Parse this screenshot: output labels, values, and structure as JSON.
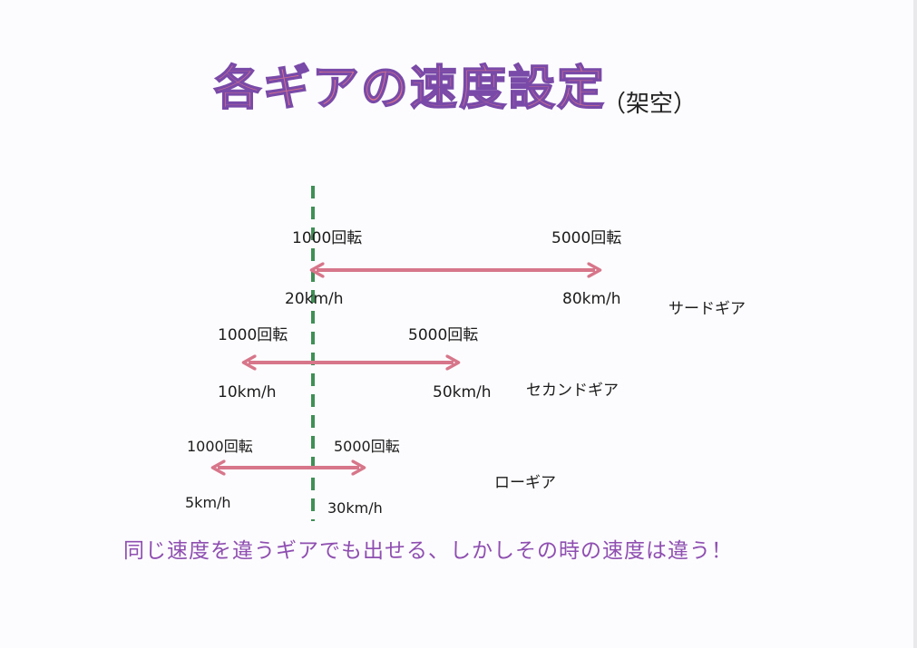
{
  "title": "各ギアの速度設定",
  "subtitle": "（架空）",
  "caption": "同じ速度を違うギアでも出せる、しかしその時の速度は違う！",
  "colors": {
    "arrow": "#d7768a",
    "dashed_line": "#3f8f56",
    "title_fill": "#d9748a",
    "title_outline": "#7a4aa8",
    "caption": "#8e4fb0"
  },
  "gears": [
    {
      "name": "サードギア",
      "low_rpm": "1000回転",
      "high_rpm": "5000回転",
      "low_speed": "20km/h",
      "high_speed": "80km/h"
    },
    {
      "name": "セカンドギア",
      "low_rpm": "1000回転",
      "high_rpm": "5000回転",
      "low_speed": "10km/h",
      "high_speed": "50km/h"
    },
    {
      "name": "ローギア",
      "low_rpm": "1000回転",
      "high_rpm": "5000回転",
      "low_speed": "5km/h",
      "high_speed": "30km/h"
    }
  ]
}
